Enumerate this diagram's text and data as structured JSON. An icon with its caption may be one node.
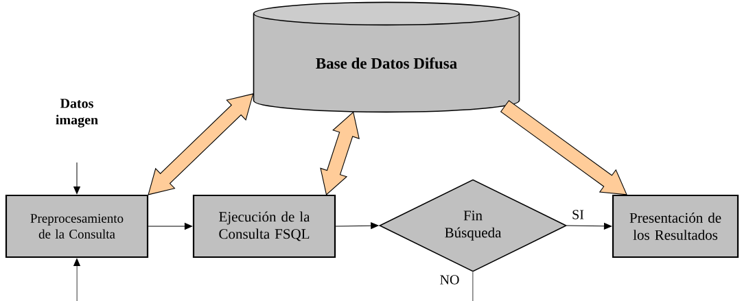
{
  "diagram": {
    "nodes": [
      {
        "text": [
          "Base de Datos Difusa"
        ]
      },
      {
        "text": [
          "Datos imagen"
        ]
      },
      {
        "text": [
          "Preprocesamiento de la Consulta"
        ]
      },
      {
        "text": [
          "Ejecución de la Consulta FSQL"
        ]
      },
      {
        "text": [
          "Fin Búsqueda"
        ]
      },
      {
        "text": [
          "Presentación de los Resultados"
        ]
      }
    ],
    "edges": [
      {
        "from": 1,
        "to": 2,
        "arrow": "to"
      },
      {
        "from": 2,
        "to": 3,
        "arrow": "to"
      },
      {
        "from": 3,
        "to": 4,
        "arrow": "to"
      },
      {
        "from": 4,
        "to": 5,
        "arrow": "to",
        "label": "SI"
      },
      {
        "from": 2,
        "to": 0,
        "arrow": "both",
        "style": "thick",
        "color": "#ffcc99"
      },
      {
        "from": 3,
        "to": 0,
        "arrow": "both",
        "style": "thick",
        "color": "#ffcc99"
      },
      {
        "from": 0,
        "to": 5,
        "arrow": "to",
        "style": "thick",
        "color": "#ffcc99"
      },
      {
        "from": 4,
        "to": null,
        "arrow": "none",
        "label": "NO"
      },
      {
        "from": null,
        "to": 2,
        "arrow": "to"
      }
    ]
  }
}
